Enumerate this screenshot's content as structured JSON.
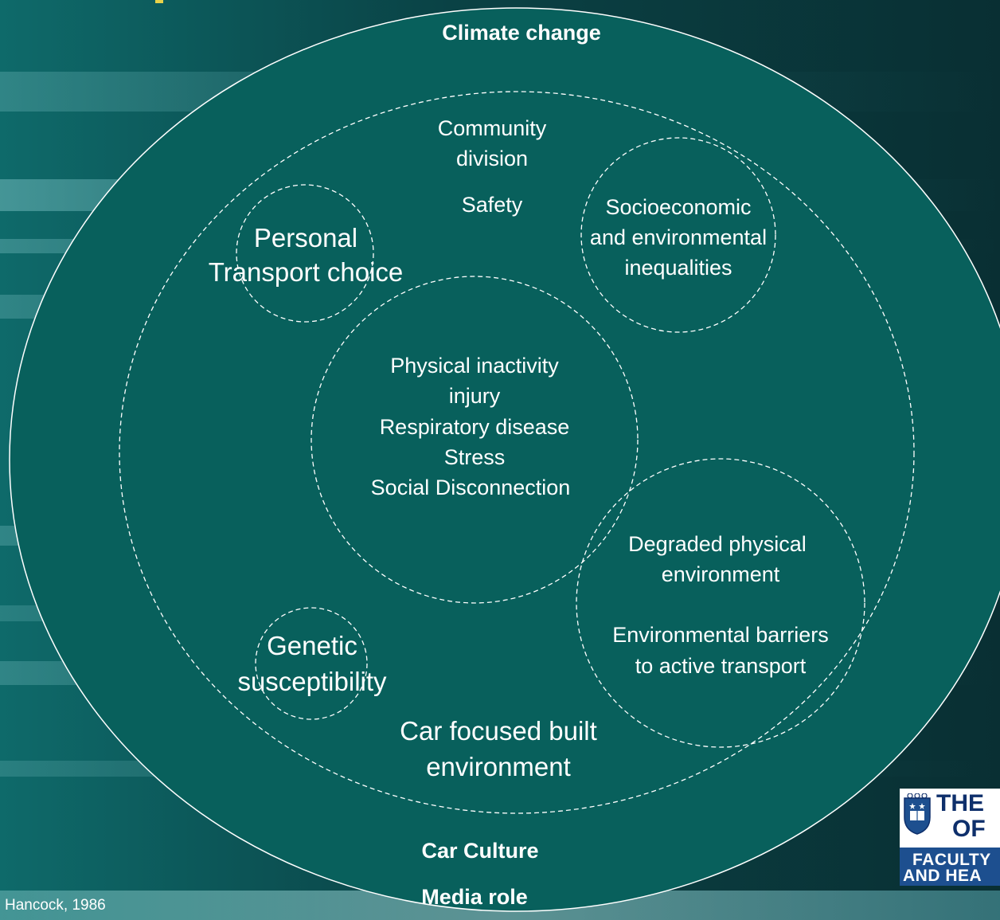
{
  "outer": {
    "top_label": "Climate change",
    "bottom_labels": [
      "Car Culture",
      "Media role"
    ]
  },
  "inner": {
    "top_lines": [
      "Community",
      "division"
    ],
    "safety": "Safety",
    "bottom_lines": [
      "Car focused built",
      "environment"
    ]
  },
  "circles": {
    "personal": [
      "Personal",
      "Transport choice"
    ],
    "socioeconomic": [
      "Socioeconomic",
      "and environmental",
      "inequalities"
    ],
    "health": [
      "Physical inactivity",
      "injury",
      "Respiratory disease",
      "Stress",
      "Social Disconnection"
    ],
    "environment": [
      "Degraded physical",
      "environment",
      "",
      "Environmental barriers",
      "to active transport"
    ],
    "genetic": [
      "Genetic",
      "susceptibility"
    ]
  },
  "citation": "Hancock, 1986",
  "logo": {
    "line1": "THE",
    "line2": "OF",
    "line3": "FACULTY",
    "line4": "AND HEA"
  },
  "colors": {
    "outer_fill": "#08605c",
    "background": "#0b3a3c",
    "stroke": "#ffffff",
    "logo_blue": "#1d4f8f"
  }
}
